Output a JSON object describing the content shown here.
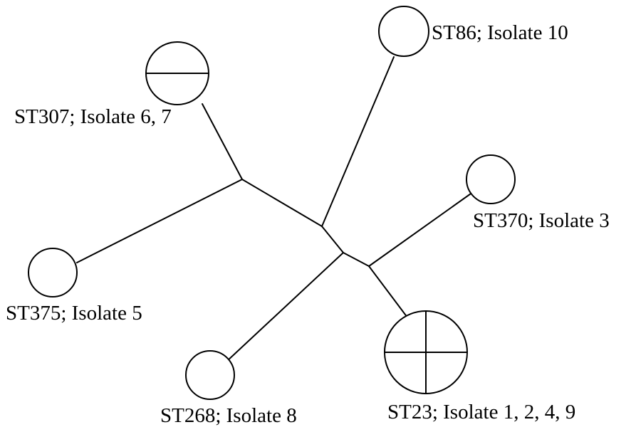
{
  "diagram": {
    "nodes": [
      {
        "id": "st86",
        "label": "ST86; Isolate 10",
        "isolate_count": 1
      },
      {
        "id": "st307",
        "label": "ST307; Isolate 6, 7",
        "isolate_count": 2
      },
      {
        "id": "st370",
        "label": "ST370; Isolate 3",
        "isolate_count": 1
      },
      {
        "id": "st375",
        "label": "ST375; Isolate 5",
        "isolate_count": 1
      },
      {
        "id": "st268",
        "label": "ST268; Isolate 8",
        "isolate_count": 1
      },
      {
        "id": "st23",
        "label": "ST23; Isolate 1, 2, 4, 9",
        "isolate_count": 4
      }
    ],
    "edges": [
      [
        "j1",
        "st307"
      ],
      [
        "j1",
        "st375"
      ],
      [
        "j1",
        "j2"
      ],
      [
        "j2",
        "st86"
      ],
      [
        "j2",
        "j3"
      ],
      [
        "j3",
        "st268"
      ],
      [
        "j3",
        "j4"
      ],
      [
        "j4",
        "st370"
      ],
      [
        "j4",
        "st23"
      ]
    ]
  }
}
